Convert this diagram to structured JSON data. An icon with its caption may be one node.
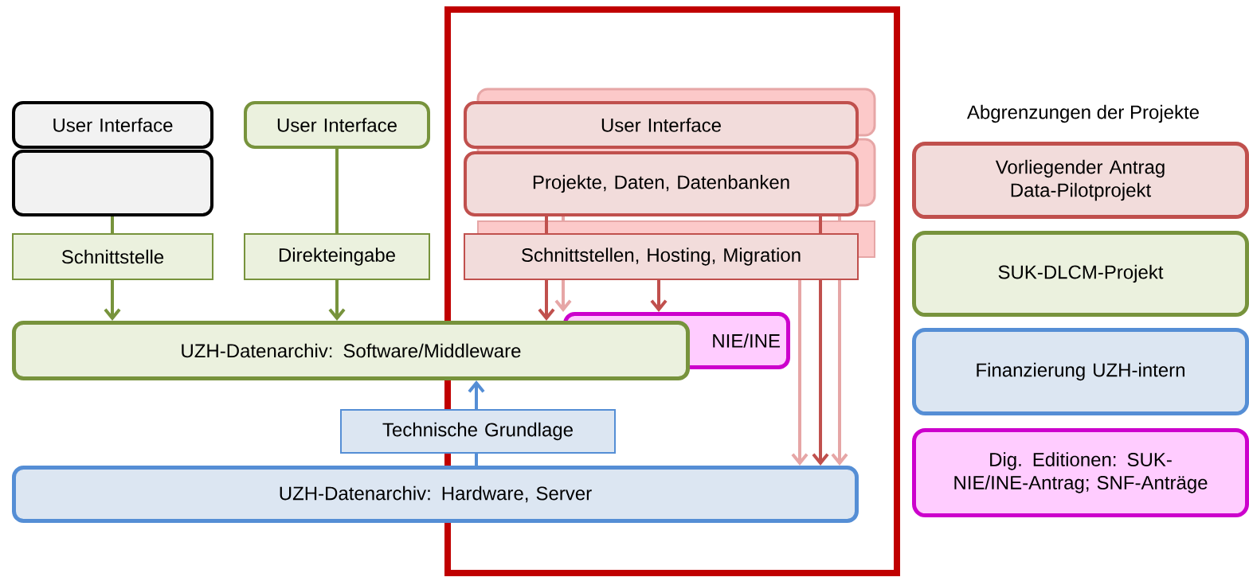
{
  "diagram": {
    "nodes": [
      {
        "text": [
          "User Interface"
        ]
      },
      {
        "text": [],
        "shape": "box"
      },
      {
        "text": [
          "Schnittstelle"
        ]
      },
      {
        "text": [
          "User Interface"
        ]
      },
      {
        "text": [
          "Direkteingabe"
        ]
      },
      {
        "text": [
          "UZH-Datenarchiv: Software/Middleware"
        ]
      },
      {
        "text": [
          "User Interface"
        ]
      },
      {
        "text": [
          "Projekte, Daten, Datenbanken"
        ]
      },
      {
        "text": [
          "Schnittstellen, Hosting, Migration"
        ]
      },
      {
        "text": [
          "NIE/INE"
        ]
      },
      {
        "text": [
          "Technische Grundlage"
        ]
      },
      {
        "text": [
          "UZH-Datenarchiv: Hardware, Server"
        ]
      }
    ],
    "edges": [
      {
        "from": 1,
        "to": 2,
        "arrow": "none",
        "color": "#77933c"
      },
      {
        "from": 2,
        "to": 5,
        "arrow": "to",
        "color": "#77933c"
      },
      {
        "from": 3,
        "to": 4,
        "arrow": "none",
        "color": "#77933c"
      },
      {
        "from": 4,
        "to": 5,
        "arrow": "to",
        "color": "#77933c"
      },
      {
        "from": 11,
        "to": 10,
        "arrow": "none",
        "color": "#558ed5"
      },
      {
        "from": 10,
        "to": 5,
        "arrow": "to",
        "color": "#558ed5"
      },
      {
        "from": 7,
        "to": 8,
        "arrow": "none",
        "color": "#c0504d"
      },
      {
        "from": 8,
        "to": 5,
        "arrow": "to",
        "color": "#c0504d"
      },
      {
        "from": 7,
        "to": 8,
        "arrow": "none",
        "color": "#c0504d"
      },
      {
        "from": 8,
        "to": 11,
        "arrow": "to",
        "color": "#c0504d"
      },
      {
        "from": 8,
        "to": 9,
        "arrow": "to",
        "color": "#c0504d"
      },
      {
        "from": 8,
        "to": 9,
        "arrow": "to",
        "color": "#e6a6a6"
      },
      {
        "from": 8,
        "to": 11,
        "arrow": "to",
        "color": "#e6a6a6"
      },
      {
        "from": 8,
        "to": 11,
        "arrow": "to",
        "color": "#e6a6a6"
      }
    ],
    "labels": [
      "Abgrenzungen der Projekte"
    ],
    "legend": [
      {
        "text": "Vorliegender Antrag Data-Pilotprojekt",
        "color": "#f2dcdb"
      },
      {
        "text": "SUK-DLCM-Projekt",
        "color": "#ebf1de"
      },
      {
        "text": "Finanzierung UZH-intern",
        "color": "#dce6f2"
      },
      {
        "text": "Dig. Editionen: SUK-NIE/INE-Antrag; SNF-Anträge",
        "color": "#ffccff"
      }
    ]
  }
}
